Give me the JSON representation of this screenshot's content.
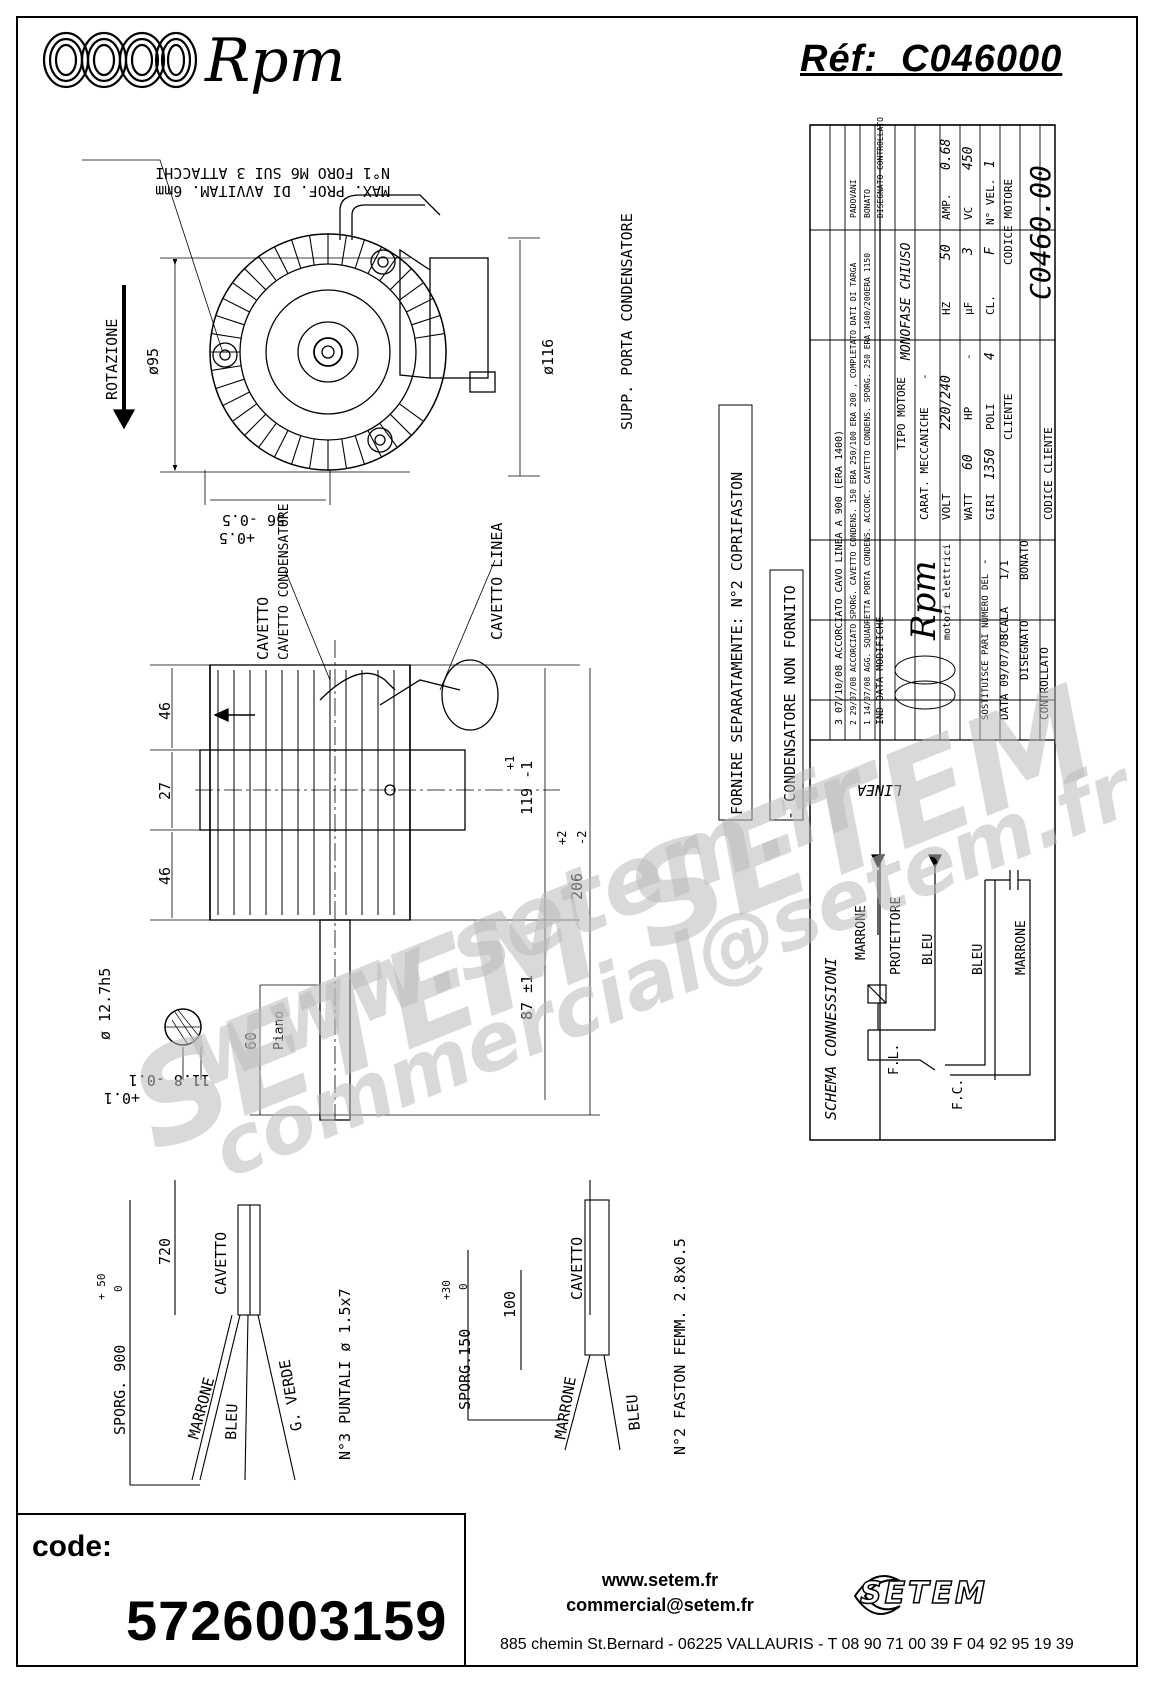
{
  "header": {
    "brand": "Rpm",
    "ref_label": "Réf:",
    "ref_value": "C046000"
  },
  "top_view": {
    "hole_note_1": "N°1 FORO M6 SUI 3 ATTACCHI",
    "hole_note_2": "MAX. PROF. DI AVVITAM. 6mm",
    "rotation": "ROTAZIONE",
    "dia_95": "ø95",
    "dia_116": "ø116",
    "supp_label": "SUPP. PORTA CONDENSATORE",
    "dim_56": "56 -0.5",
    "dim_56_tol": "+0.5"
  },
  "side_view": {
    "cavetto_condensatore": "CAVETTO CONDENSATORE",
    "cavetto_linea": "CAVETTO LINEA",
    "dim_46_top": "46",
    "dim_27": "27",
    "dim_46_bottom": "46",
    "dim_119": "119 -1",
    "dim_119_tol": "+1",
    "dim_206": "206",
    "dim_206_tol_plus": "+2",
    "dim_206_tol_minus": "-2",
    "dim_87": "87 ±1",
    "dim_60": "60",
    "piano": "Piano",
    "shaft_dia": "ø 12.7h5",
    "shaft_flat": "11.8 -0.1",
    "shaft_flat_tol": "+0.1"
  },
  "notes": {
    "fornire": "FORNIRE SEPARATAMENTE: N°2 COPRIFASTON",
    "condensatore": "- CONDENSATORE NON FORNITO"
  },
  "title_block": {
    "revisions": [
      {
        "n": "3",
        "date": "07/10/08",
        "text": "ACCORCIATO CAVO LINEA A 900 (ERA 1400)"
      },
      {
        "n": "2",
        "date": "29/07/08",
        "text": "ACCORCIATO SPORG. CAVETTO CONDENS. 150 ERA 250/100 ERA 200 , COMPLETATO DATI DI TARGA"
      },
      {
        "n": "1",
        "date": "14/07/08",
        "text": "AGG. SQUADRETTA PORTA CONDENS. ACCORC. CAVETTO CONDENS. SPORG. 250 ERA 1400/200ERA 1150"
      },
      {
        "n": "IND",
        "date": "DATA",
        "text": "MODIFICHE"
      }
    ],
    "rev_signers": [
      "PADOVANI",
      "BONATO",
      "DISEGNATO",
      "CONTROLLATO"
    ],
    "brand_small": "Rpm",
    "brand_sub": "motori elettrici",
    "tipo_motore_label": "TIPO MOTORE",
    "tipo_motore": "MONOFASE CHIUSO",
    "carat_label": "CARAT. MECCANICHE",
    "carat_value": "-",
    "volt_label": "VOLT",
    "volt": "220/240",
    "hz_label": "HZ",
    "hz": "50",
    "amp_label": "AMP.",
    "amp": "0.68",
    "watt_label": "WATT",
    "watt": "60",
    "hp_label": "HP",
    "hp": "-",
    "uf_label": "µF",
    "uf": "3",
    "vc_label": "VC",
    "vc": "450",
    "giri_label": "GIRI",
    "giri": "1350",
    "poli_label": "POLI",
    "poli": "4",
    "cl_label": "CL.",
    "cl": "F",
    "vel_label": "N° VEL.",
    "vel": "1",
    "cliente_label": "CLIENTE",
    "codice_motore_label": "CODICE MOTORE",
    "codice_motore": "C0460.00",
    "codice_cliente_label": "CODICE CLIENTE",
    "sostituisce": "SOSTITUISCE PARI NUMERO DEL",
    "sostituisce_val": "-",
    "scala_label": "SCALA",
    "scala": "1/1",
    "data_label": "DATA",
    "data": "09/07/08",
    "disegnato_label": "DISEGNATO",
    "disegnato": "BONATO",
    "controllato_label": "CONTROLLATO"
  },
  "schema": {
    "title": "SCHEMA CONNESSIONI",
    "linea": "LINEA",
    "marrone": "MARRONE",
    "protettore": "PROTETTORE",
    "bleu": "BLEU",
    "bleu2": "BLEU",
    "marrone2": "MARRONE",
    "fl": "F.L.",
    "fc": "F.C."
  },
  "cable_left": {
    "dim_720": "720",
    "cavetto": "CAVETTO",
    "sporg": "SPORG. 900",
    "sporg_tol_plus": "+ 50",
    "sporg_tol_zero": "0",
    "marrone": "MARRONE",
    "bleu": "BLEU",
    "gverde": "G. VERDE",
    "puntali": "N°3 PUNTALI ø 1.5x7"
  },
  "cable_right": {
    "dim_100": "100",
    "cavetto": "CAVETTO",
    "sporg": "SPORG.150",
    "sporg_tol_plus": "+30",
    "sporg_tol_zero": "0",
    "marrone": "MARRONE",
    "bleu": "BLEU",
    "faston": "N°2 FASTON FEMM. 2.8x0.5"
  },
  "watermark": {
    "line1": "www.setem.fr",
    "line2": "SETEM SETEM",
    "line3": "commercial@setem.fr"
  },
  "footer": {
    "code_label": "code:",
    "code_value": "5726003159",
    "web": "www.setem.fr",
    "mail": "commercial@setem.fr",
    "address": "885 chemin St.Bernard  -  06225 VALLAURIS  -  T 08 90 71 00 39   F 04 92 95 19 39",
    "logo": "SETEM"
  }
}
